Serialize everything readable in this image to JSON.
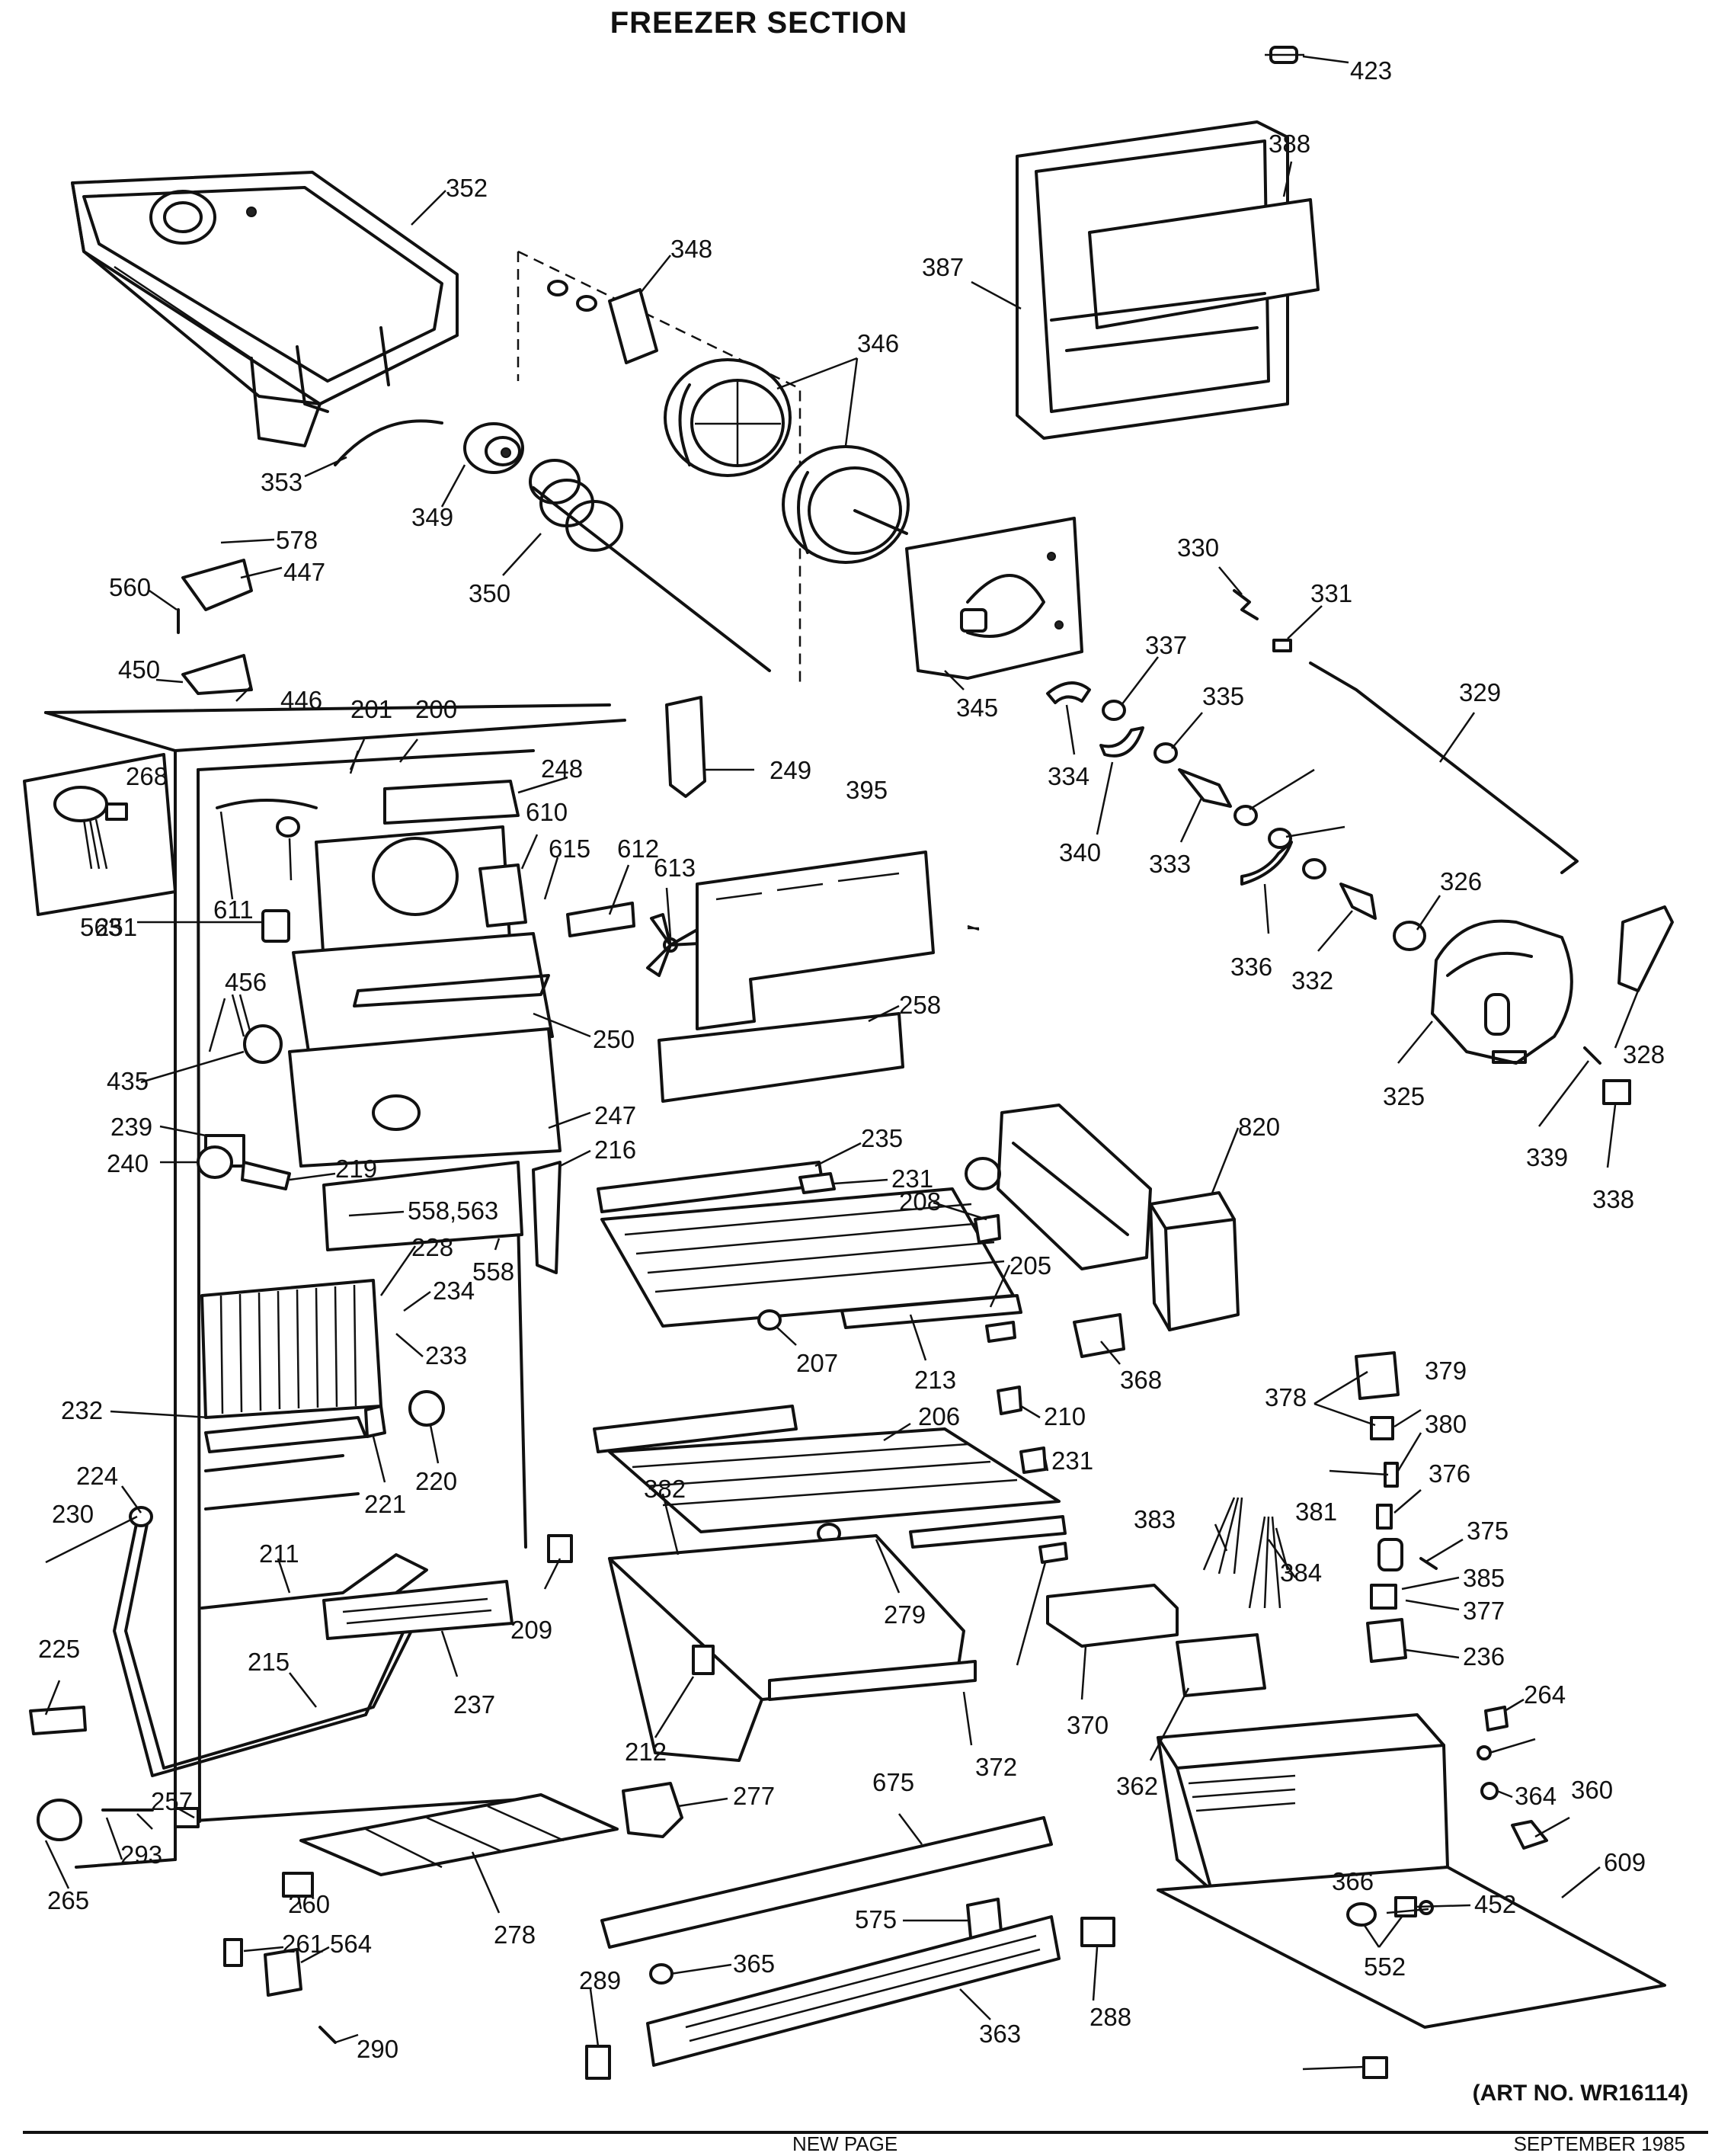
{
  "title": "FREEZER SECTION",
  "art_number": "(ART NO. WR16114)",
  "footer": {
    "left": "NEW PAGE",
    "right": "SEPTEMBER 1985"
  },
  "part_labels": [
    "423",
    "388",
    "352",
    "348",
    "387",
    "346",
    "353",
    "349",
    "350",
    "578",
    "447",
    "560",
    "450",
    "446",
    "345",
    "330",
    "331",
    "329",
    "337",
    "335",
    "334",
    "340",
    "333",
    "336",
    "332",
    "326",
    "325",
    "328",
    "339",
    "338",
    "201",
    "200",
    "248",
    "249",
    "268",
    "563",
    "610",
    "615",
    "611",
    "612",
    "613",
    "395",
    "251",
    "456",
    "250",
    "435",
    "247",
    "258",
    "239",
    "216",
    "235",
    "240",
    "219",
    "231",
    "558,563",
    "228",
    "558",
    "208",
    "234",
    "205",
    "820",
    "233",
    "207",
    "213",
    "368",
    "232",
    "220",
    "206",
    "210",
    "378",
    "379",
    "380",
    "231",
    "224",
    "230",
    "221",
    "211",
    "382",
    "376",
    "383",
    "381",
    "375",
    "384",
    "385",
    "377",
    "236",
    "209",
    "279",
    "225",
    "215",
    "237",
    "212",
    "372",
    "370",
    "362",
    "264",
    "265",
    "293",
    "257",
    "277",
    "675",
    "364",
    "360",
    "609",
    "260",
    "278",
    "575",
    "366",
    "452",
    "261",
    "564",
    "365",
    "552",
    "290",
    "289",
    "288",
    "363"
  ]
}
